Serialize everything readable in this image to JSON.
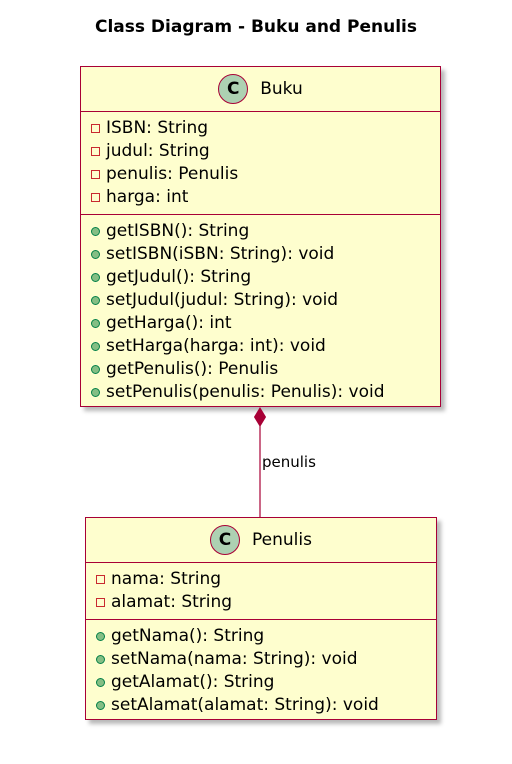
{
  "diagram": {
    "title": "Class Diagram - Buku and Penulis",
    "classes": {
      "buku": {
        "stereotype": "C",
        "name": "Buku",
        "attributes": [
          "ISBN: String",
          "judul: String",
          "penulis: Penulis",
          "harga: int"
        ],
        "methods": [
          "getISBN(): String",
          "setISBN(iSBN: String): void",
          "getJudul(): String",
          "setJudul(judul: String): void",
          "getHarga(): int",
          "setHarga(harga: int): void",
          "getPenulis(): Penulis",
          "setPenulis(penulis: Penulis): void"
        ]
      },
      "penulis": {
        "stereotype": "C",
        "name": "Penulis",
        "attributes": [
          "nama: String",
          "alamat: String"
        ],
        "methods": [
          "getNama(): String",
          "setNama(nama: String): void",
          "getAlamat(): String",
          "setAlamat(alamat: String): void"
        ]
      }
    },
    "relation": {
      "type": "composition",
      "label": "penulis"
    },
    "colors": {
      "class_fill": "#FEFECE",
      "border": "#A80036",
      "stereotype_fill": "#ADD1B2",
      "private_marker": "#C82930",
      "public_marker": "#84BE84"
    }
  }
}
